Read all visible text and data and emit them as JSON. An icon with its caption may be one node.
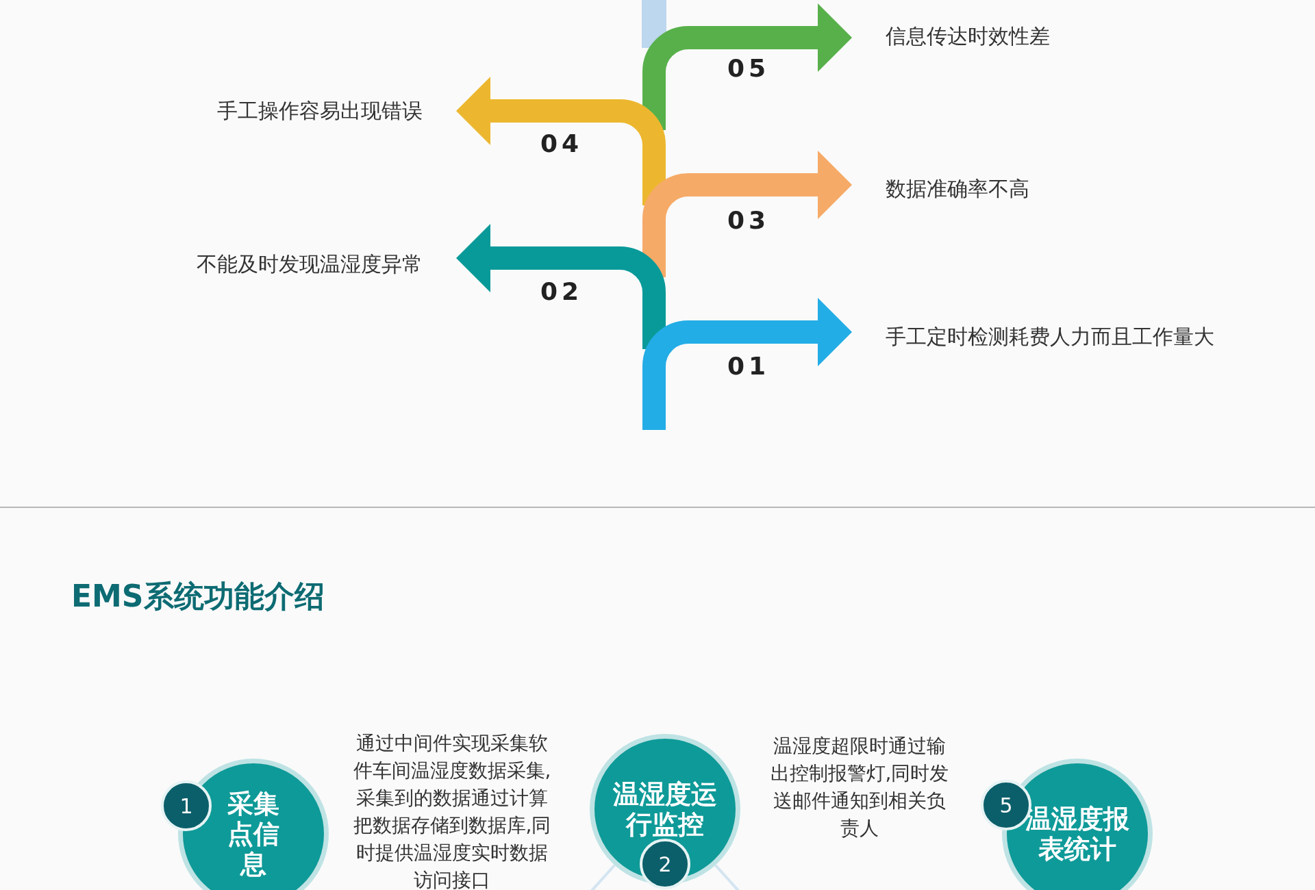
{
  "diagram": {
    "title": "EMS系统功能介绍",
    "nodes": [
      {
        "text": [
          "信息传达时效性差"
        ]
      },
      {
        "text": [
          "手工操作容易出现错误"
        ]
      },
      {
        "text": [
          "数据准确率不高"
        ]
      },
      {
        "text": [
          "不能及时发现温湿度异常"
        ]
      },
      {
        "text": [
          "手工定时检测耗费人力而且工作量大"
        ]
      },
      {
        "text": [
          "采集点信息"
        ]
      },
      {
        "text": [
          "1"
        ]
      },
      {
        "text": [
          "温湿度运行监控"
        ]
      },
      {
        "text": [
          "2"
        ]
      },
      {
        "text": [
          "温湿度报表统计"
        ]
      },
      {
        "text": [
          "5"
        ]
      }
    ],
    "edges": [
      {
        "from": null,
        "to": 0,
        "arrow": "to",
        "label": "05",
        "color": "#58b04b"
      },
      {
        "from": null,
        "to": 1,
        "arrow": "to",
        "label": "04",
        "color": "#ecb72f"
      },
      {
        "from": null,
        "to": 2,
        "arrow": "to",
        "label": "03",
        "color": "#f6aa67"
      },
      {
        "from": null,
        "to": 3,
        "arrow": "to",
        "label": "02",
        "color": "#089a99"
      },
      {
        "from": null,
        "to": 4,
        "arrow": "to",
        "label": "01",
        "color": "#23ade6"
      },
      {
        "from": 7,
        "to": null,
        "arrow": "none"
      },
      {
        "from": 7,
        "to": null,
        "arrow": "none"
      }
    ],
    "labels": [
      "通过中间件实现采集软件车间温湿度数据采集,采集到的数据通过计算把数据存储到数据库,同时提供温湿度实时数据访问接口",
      "温湿度超限时通过输出控制报警灯,同时发送邮件通知到相关负责人"
    ]
  }
}
